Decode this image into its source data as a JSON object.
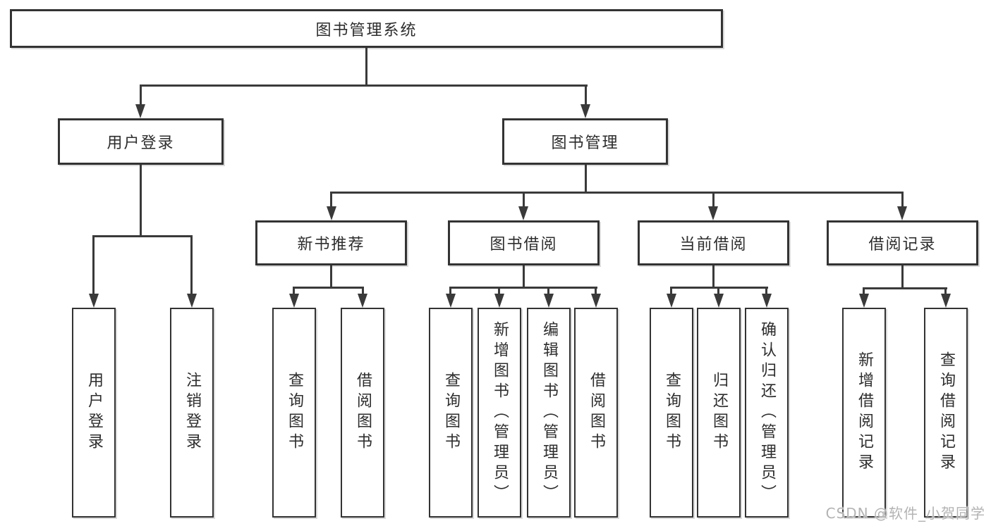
{
  "tree": {
    "label": "图书管理系统",
    "children": [
      {
        "label": "用户登录",
        "children": [
          {
            "label": "用户登录"
          },
          {
            "label": "注销登录"
          }
        ]
      },
      {
        "label": "图书管理",
        "children": [
          {
            "label": "新书推荐",
            "children": [
              {
                "label": "查询图书"
              },
              {
                "label": "借阅图书"
              }
            ]
          },
          {
            "label": "图书借阅",
            "children": [
              {
                "label": "查询图书"
              },
              {
                "label": "新增图书（管理员）"
              },
              {
                "label": "编辑图书（管理员）"
              },
              {
                "label": "借阅图书"
              }
            ]
          },
          {
            "label": "当前借阅",
            "children": [
              {
                "label": "查询图书"
              },
              {
                "label": "归还图书"
              },
              {
                "label": "确认归还（管理员）"
              }
            ]
          },
          {
            "label": "借阅记录",
            "children": [
              {
                "label": "新增借阅记录"
              },
              {
                "label": "查询借阅记录"
              }
            ]
          }
        ]
      }
    ]
  },
  "watermark": {
    "text": "CSDN @软件_小贺同学"
  },
  "colors": {
    "background": "#ffffff",
    "line": "#3a3a3a",
    "box_border": "#333333",
    "text": "#2d2d2d",
    "watermark": "#b3b3b3"
  }
}
